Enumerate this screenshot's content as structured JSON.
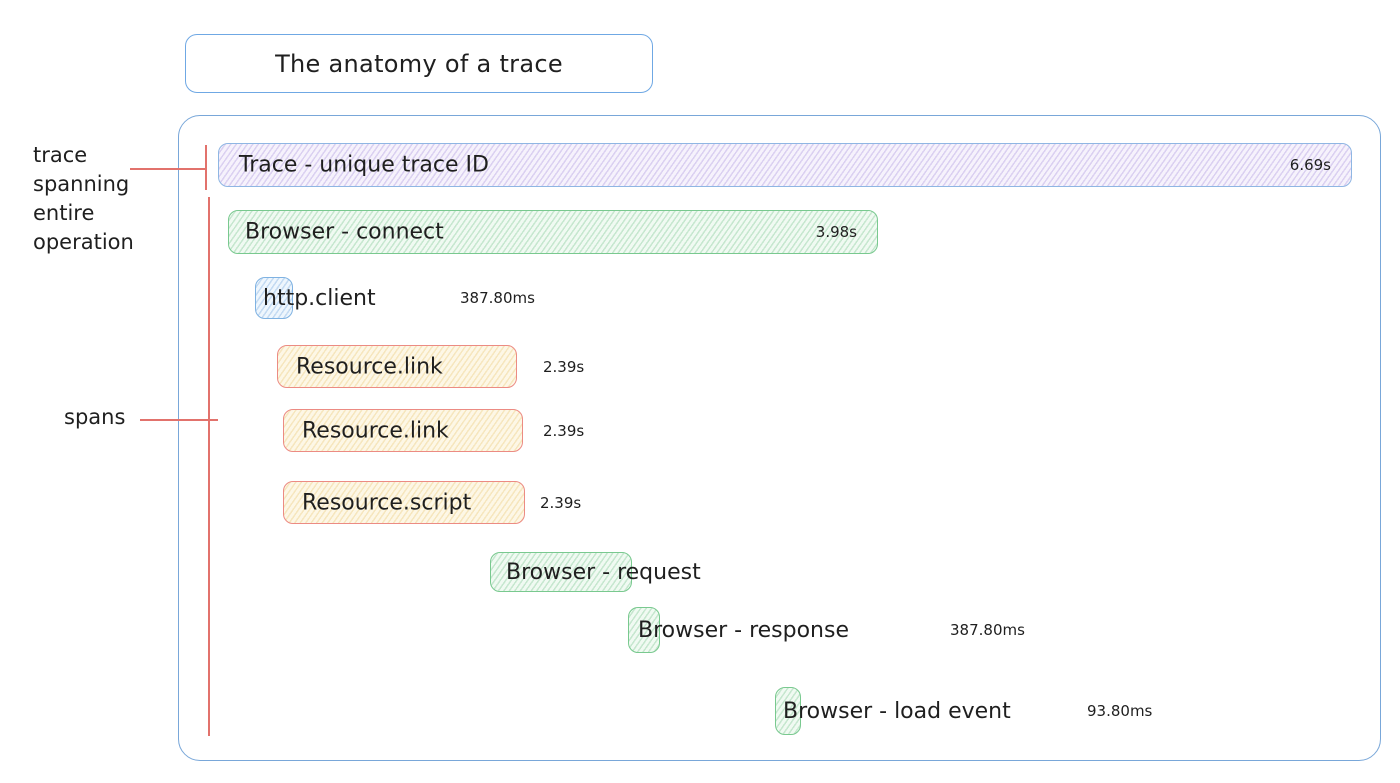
{
  "title": "The anatomy of a trace",
  "annotations": {
    "trace": "trace spanning entire operation",
    "spans": "spans"
  },
  "palette": {
    "container_border": "#79a7d9",
    "trace_fill": "#f6f2fc",
    "trace_border": "#8fb6e3",
    "green_fill": "#f0faf2",
    "green_border": "#79c98f",
    "blue_fill": "#eef6fd",
    "blue_border": "#7fb2e2",
    "yellow_fill": "#fdf7e6",
    "yellow_border": "#ec8b83",
    "annotation_line": "#e2726c",
    "text": "#1f1f1f"
  },
  "spans": [
    {
      "label": "Trace - unique trace ID",
      "duration": "6.69s",
      "color": "purple"
    },
    {
      "label": "Browser - connect",
      "duration": "3.98s",
      "color": "green"
    },
    {
      "label": "http.client",
      "duration": "387.80ms",
      "color": "blue"
    },
    {
      "label": "Resource.link",
      "duration": "2.39s",
      "color": "yellow"
    },
    {
      "label": "Resource.link",
      "duration": "2.39s",
      "color": "yellow"
    },
    {
      "label": "Resource.script",
      "duration": "2.39s",
      "color": "yellow"
    },
    {
      "label": "Browser - request",
      "duration": "",
      "color": "green"
    },
    {
      "label": "Browser - response",
      "duration": "387.80ms",
      "color": "green"
    },
    {
      "label": "Browser - load event",
      "duration": "93.80ms",
      "color": "green"
    }
  ]
}
